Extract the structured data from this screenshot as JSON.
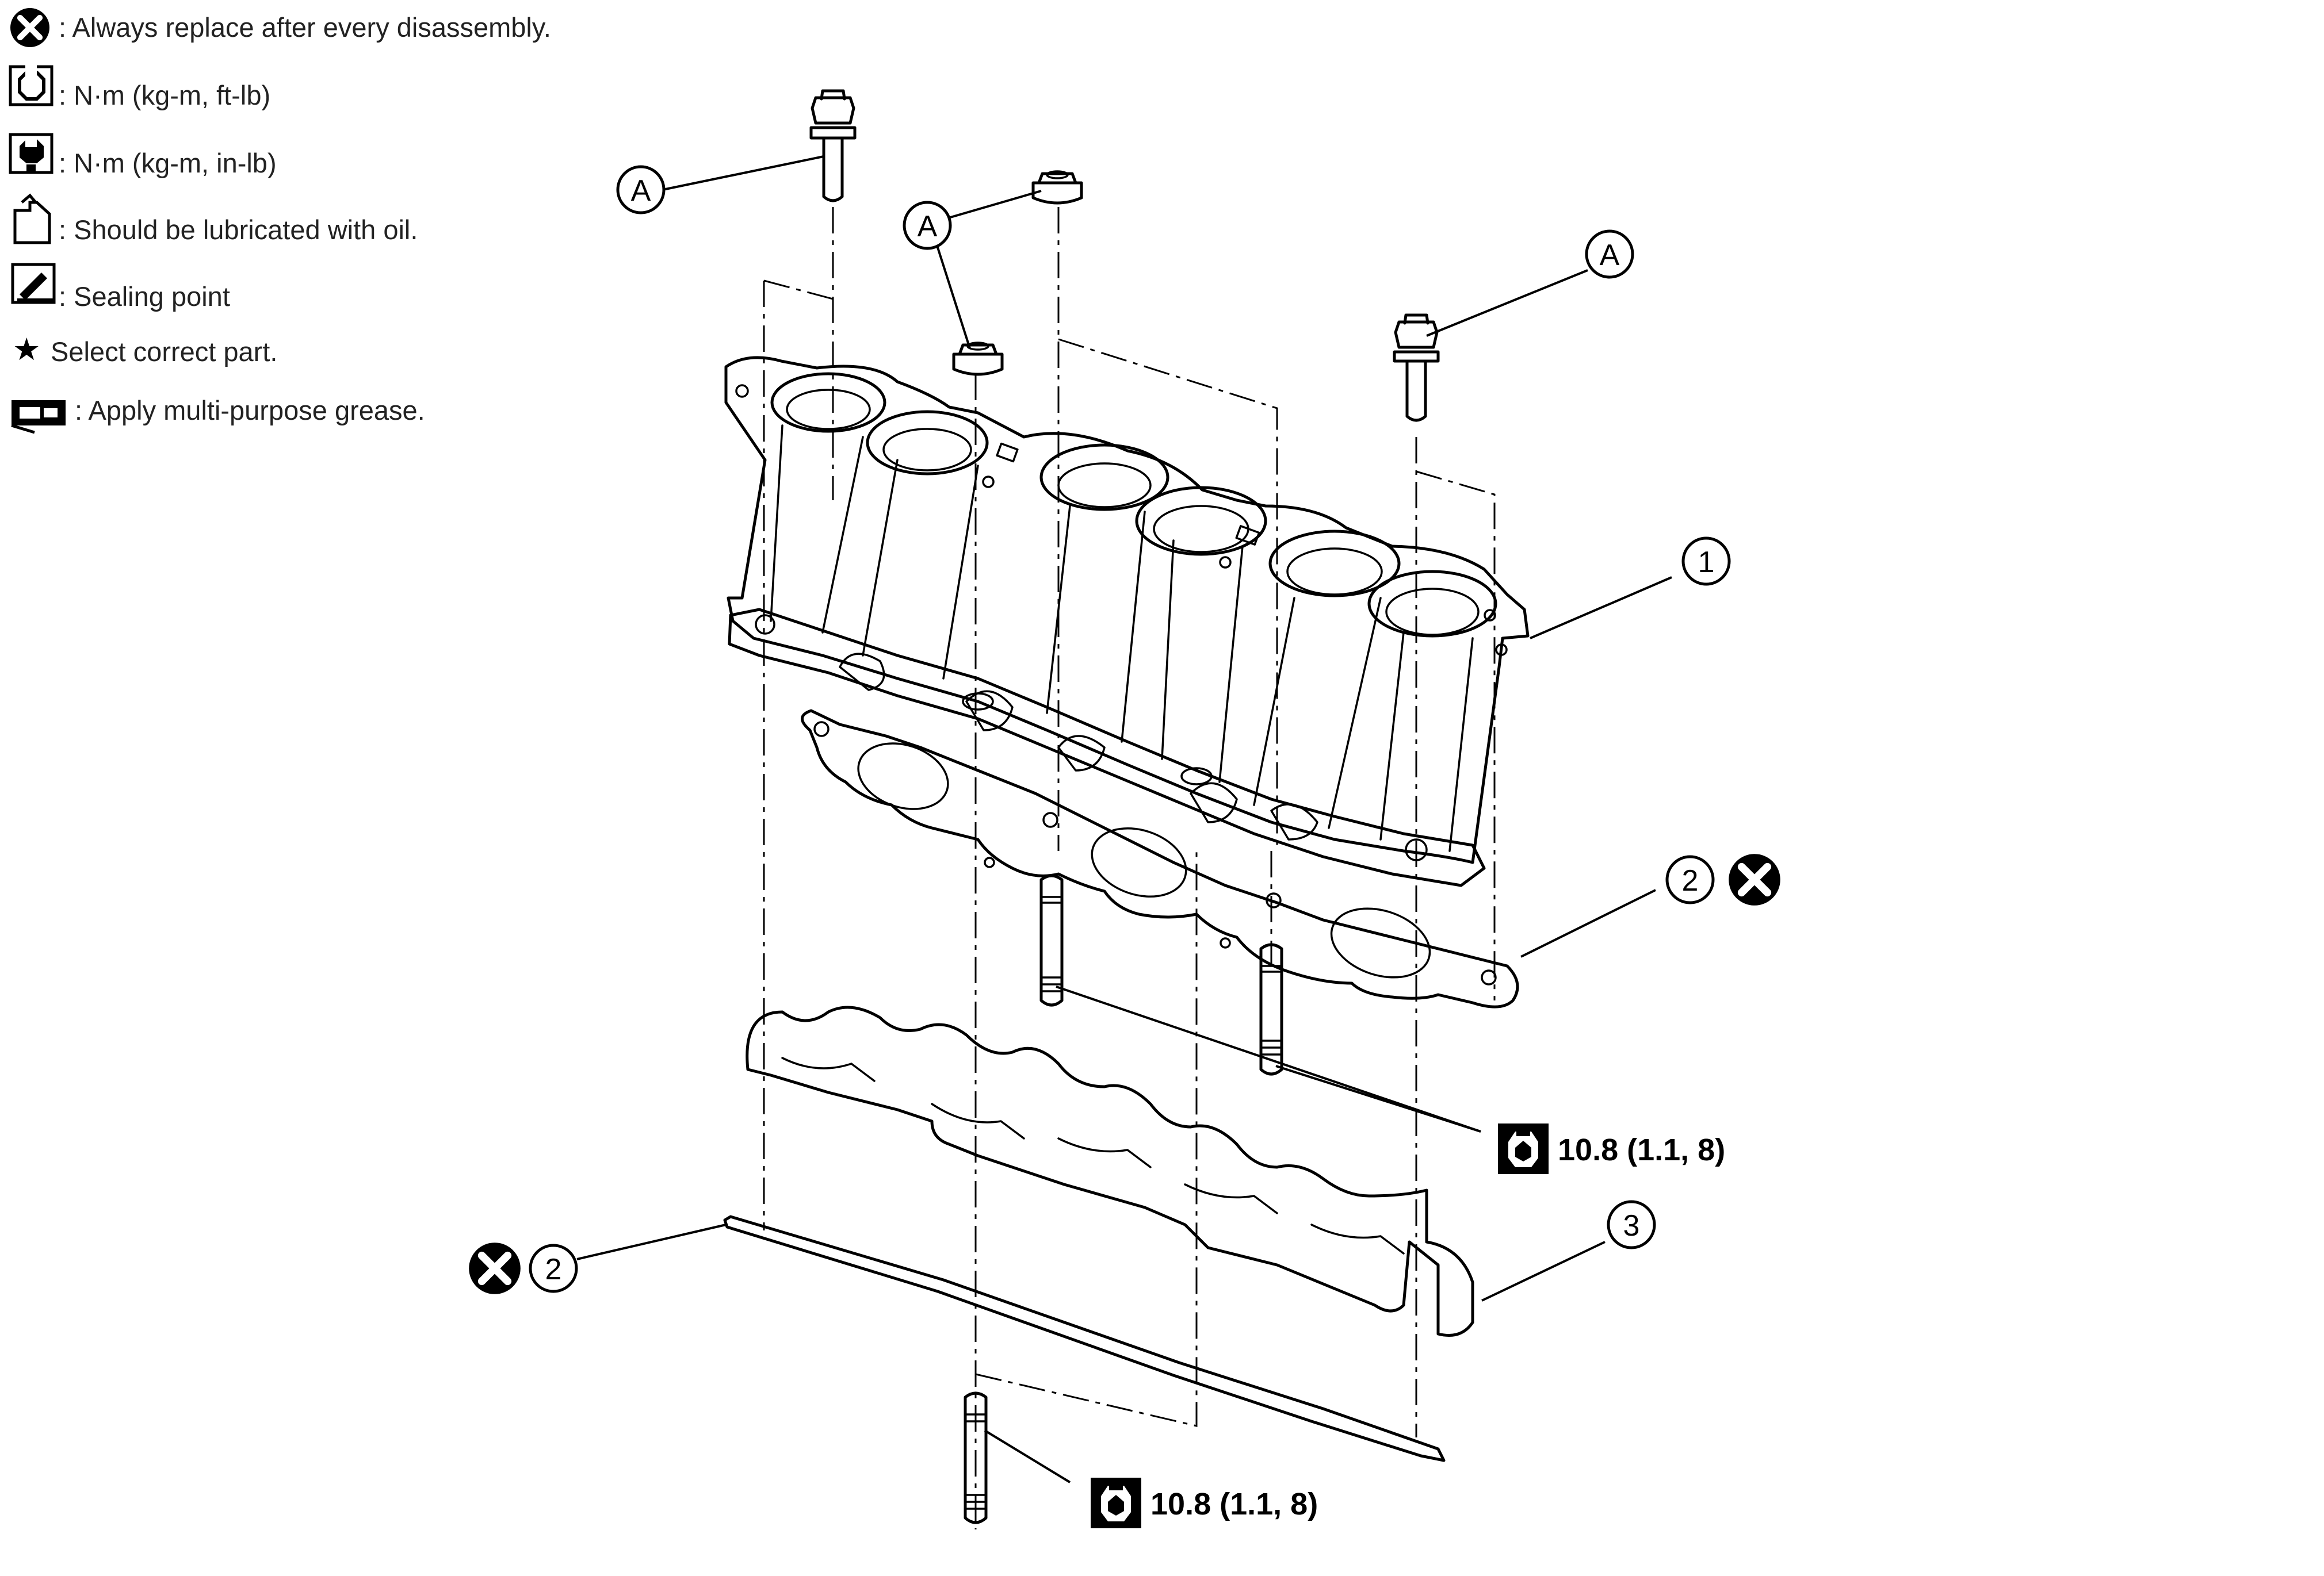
{
  "legend": {
    "items": [
      {
        "icon": "replace-x-icon",
        "text": ": Always replace after every disassembly."
      },
      {
        "icon": "torque-wrench-icon",
        "text": ": N·m (kg-m, ft-lb)"
      },
      {
        "icon": "torque-wrench-small-icon",
        "text": ": N·m (kg-m, in-lb)"
      },
      {
        "icon": "oil-can-icon",
        "text": ": Should be lubricated with oil."
      },
      {
        "icon": "sealing-point-icon",
        "text": ": Sealing point"
      },
      {
        "icon": "star-icon",
        "text": "Select correct part."
      },
      {
        "icon": "grease-gun-icon",
        "text": ": Apply multi-purpose grease."
      }
    ]
  },
  "callouts": {
    "a": "A",
    "part_1": "1",
    "part_2": "2",
    "part_3": "3"
  },
  "torque": {
    "studs_upper": "10.8 (1.1, 8)",
    "stud_lower": "10.8 (1.1, 8)"
  },
  "colors": {
    "line": "#000000",
    "background": "#ffffff"
  }
}
